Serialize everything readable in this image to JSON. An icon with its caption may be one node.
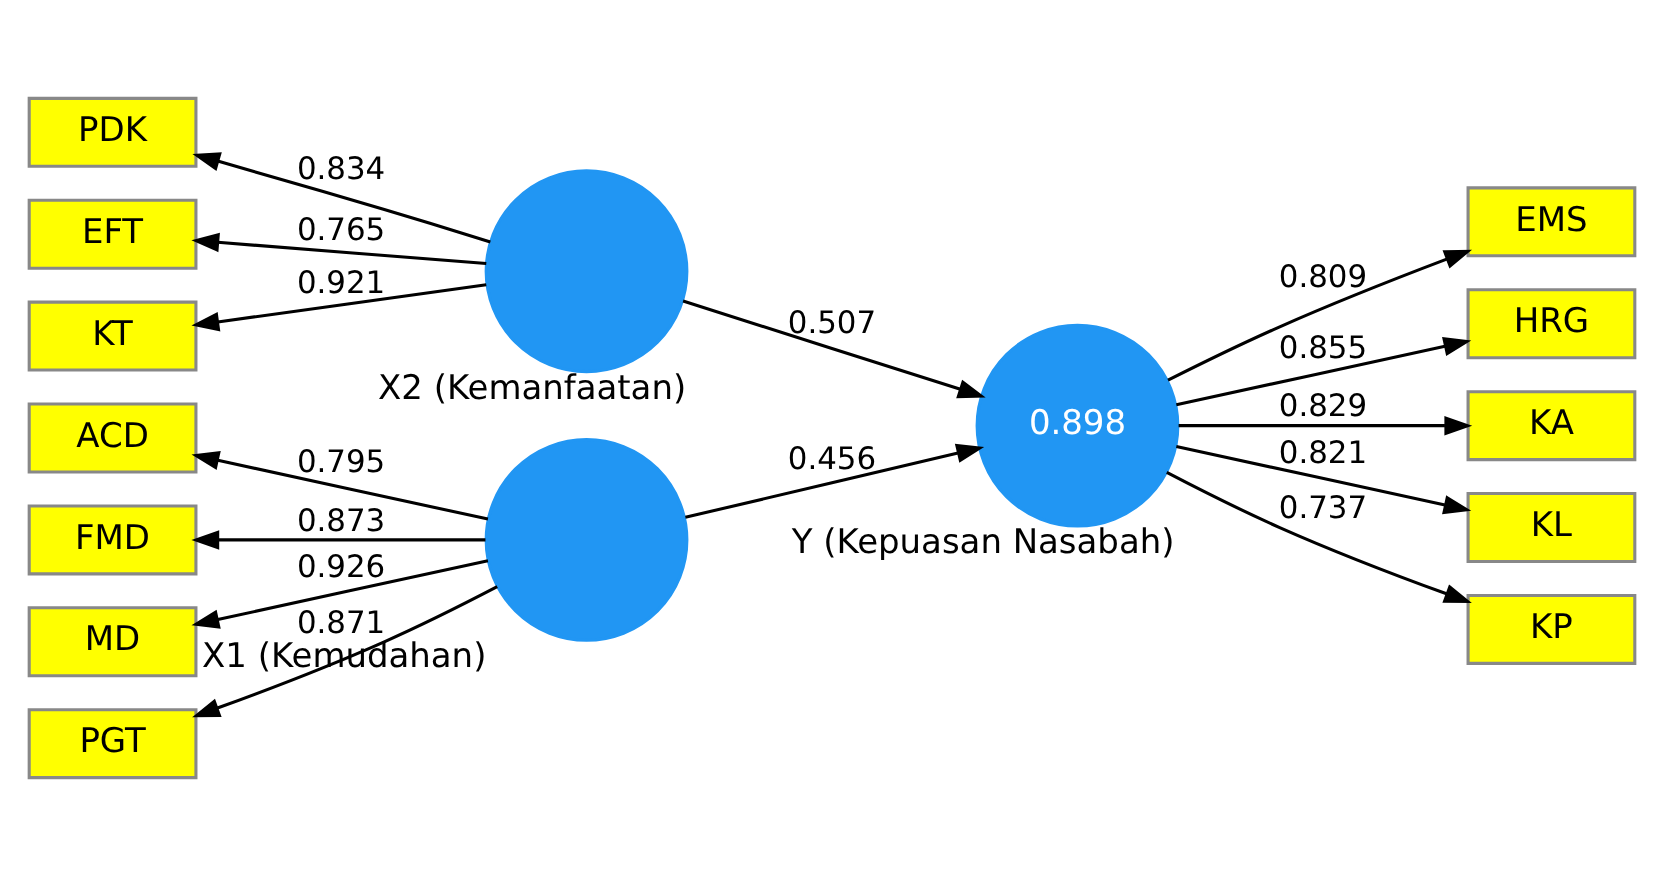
{
  "diagram": {
    "nodes": [
      {
        "text": [
          "ACD"
        ]
      },
      {
        "text": [
          "FMD"
        ]
      },
      {
        "text": [
          "MD"
        ]
      },
      {
        "text": [
          "PGT"
        ]
      },
      {
        "text": [],
        "shape": "circle",
        "beside": [
          "X1 (Kemudahan)"
        ]
      },
      {
        "text": [
          "EFT"
        ]
      },
      {
        "text": [
          "KT"
        ]
      },
      {
        "text": [
          "PDK"
        ]
      },
      {
        "text": [],
        "shape": "circle",
        "beside": [
          "X2 (Kemanfaatan)"
        ]
      },
      {
        "text": [
          "0.898"
        ],
        "beside": [
          "Y (Kepuasan Nasabah)"
        ]
      },
      {
        "text": [
          "EMS"
        ]
      },
      {
        "text": [
          "HRG"
        ]
      },
      {
        "text": [
          "KA"
        ]
      },
      {
        "text": [
          "KL"
        ]
      },
      {
        "text": [
          "KP"
        ]
      }
    ],
    "edges": [
      {
        "from": 4,
        "to": 0,
        "arrow": "to",
        "label": "0.795"
      },
      {
        "from": 4,
        "to": 1,
        "arrow": "to",
        "label": "0.873"
      },
      {
        "from": 4,
        "to": 2,
        "arrow": "to",
        "label": "0.926"
      },
      {
        "from": 4,
        "to": 3,
        "arrow": "to",
        "label": "0.871"
      },
      {
        "from": 8,
        "to": 5,
        "arrow": "to",
        "label": "0.765"
      },
      {
        "from": 8,
        "to": 6,
        "arrow": "to",
        "label": "0.921"
      },
      {
        "from": 8,
        "to": 7,
        "arrow": "to",
        "label": "0.834"
      },
      {
        "from": 4,
        "to": 9,
        "arrow": "to",
        "label": "0.456"
      },
      {
        "from": 8,
        "to": 9,
        "arrow": "to",
        "label": "0.507"
      },
      {
        "from": 9,
        "to": 10,
        "arrow": "to",
        "label": "0.809"
      },
      {
        "from": 9,
        "to": 11,
        "arrow": "to",
        "label": "0.855"
      },
      {
        "from": 9,
        "to": 12,
        "arrow": "to",
        "label": "0.829"
      },
      {
        "from": 9,
        "to": 13,
        "arrow": "to",
        "label": "0.821"
      },
      {
        "from": 9,
        "to": 14,
        "arrow": "to",
        "label": "0.737"
      }
    ]
  }
}
